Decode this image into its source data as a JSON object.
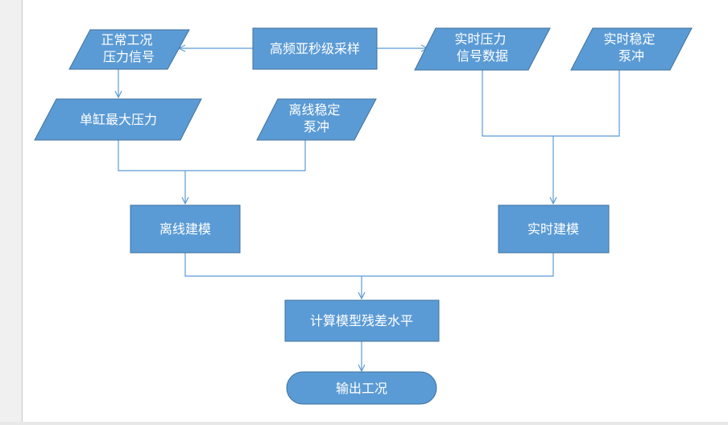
{
  "colors": {
    "shape_fill": "#5b9bd5",
    "shape_stroke": "#41719c",
    "connector": "#5b9bd5",
    "text": "#ffffff"
  },
  "nodes": {
    "sampling": "高频亚秒级采样",
    "normal_signal": [
      "正常工况",
      "压力信号"
    ],
    "cylinder_pressure": "单缸最大压力",
    "offline_pump": [
      "离线稳定",
      "泵冲"
    ],
    "realtime_pressure": [
      "实时压力",
      "信号数据"
    ],
    "realtime_pump": [
      "实时稳定",
      "泵冲"
    ],
    "offline_model": "离线建模",
    "realtime_model": "实时建模",
    "residual": "计算模型残差水平",
    "output": "输出工况"
  }
}
